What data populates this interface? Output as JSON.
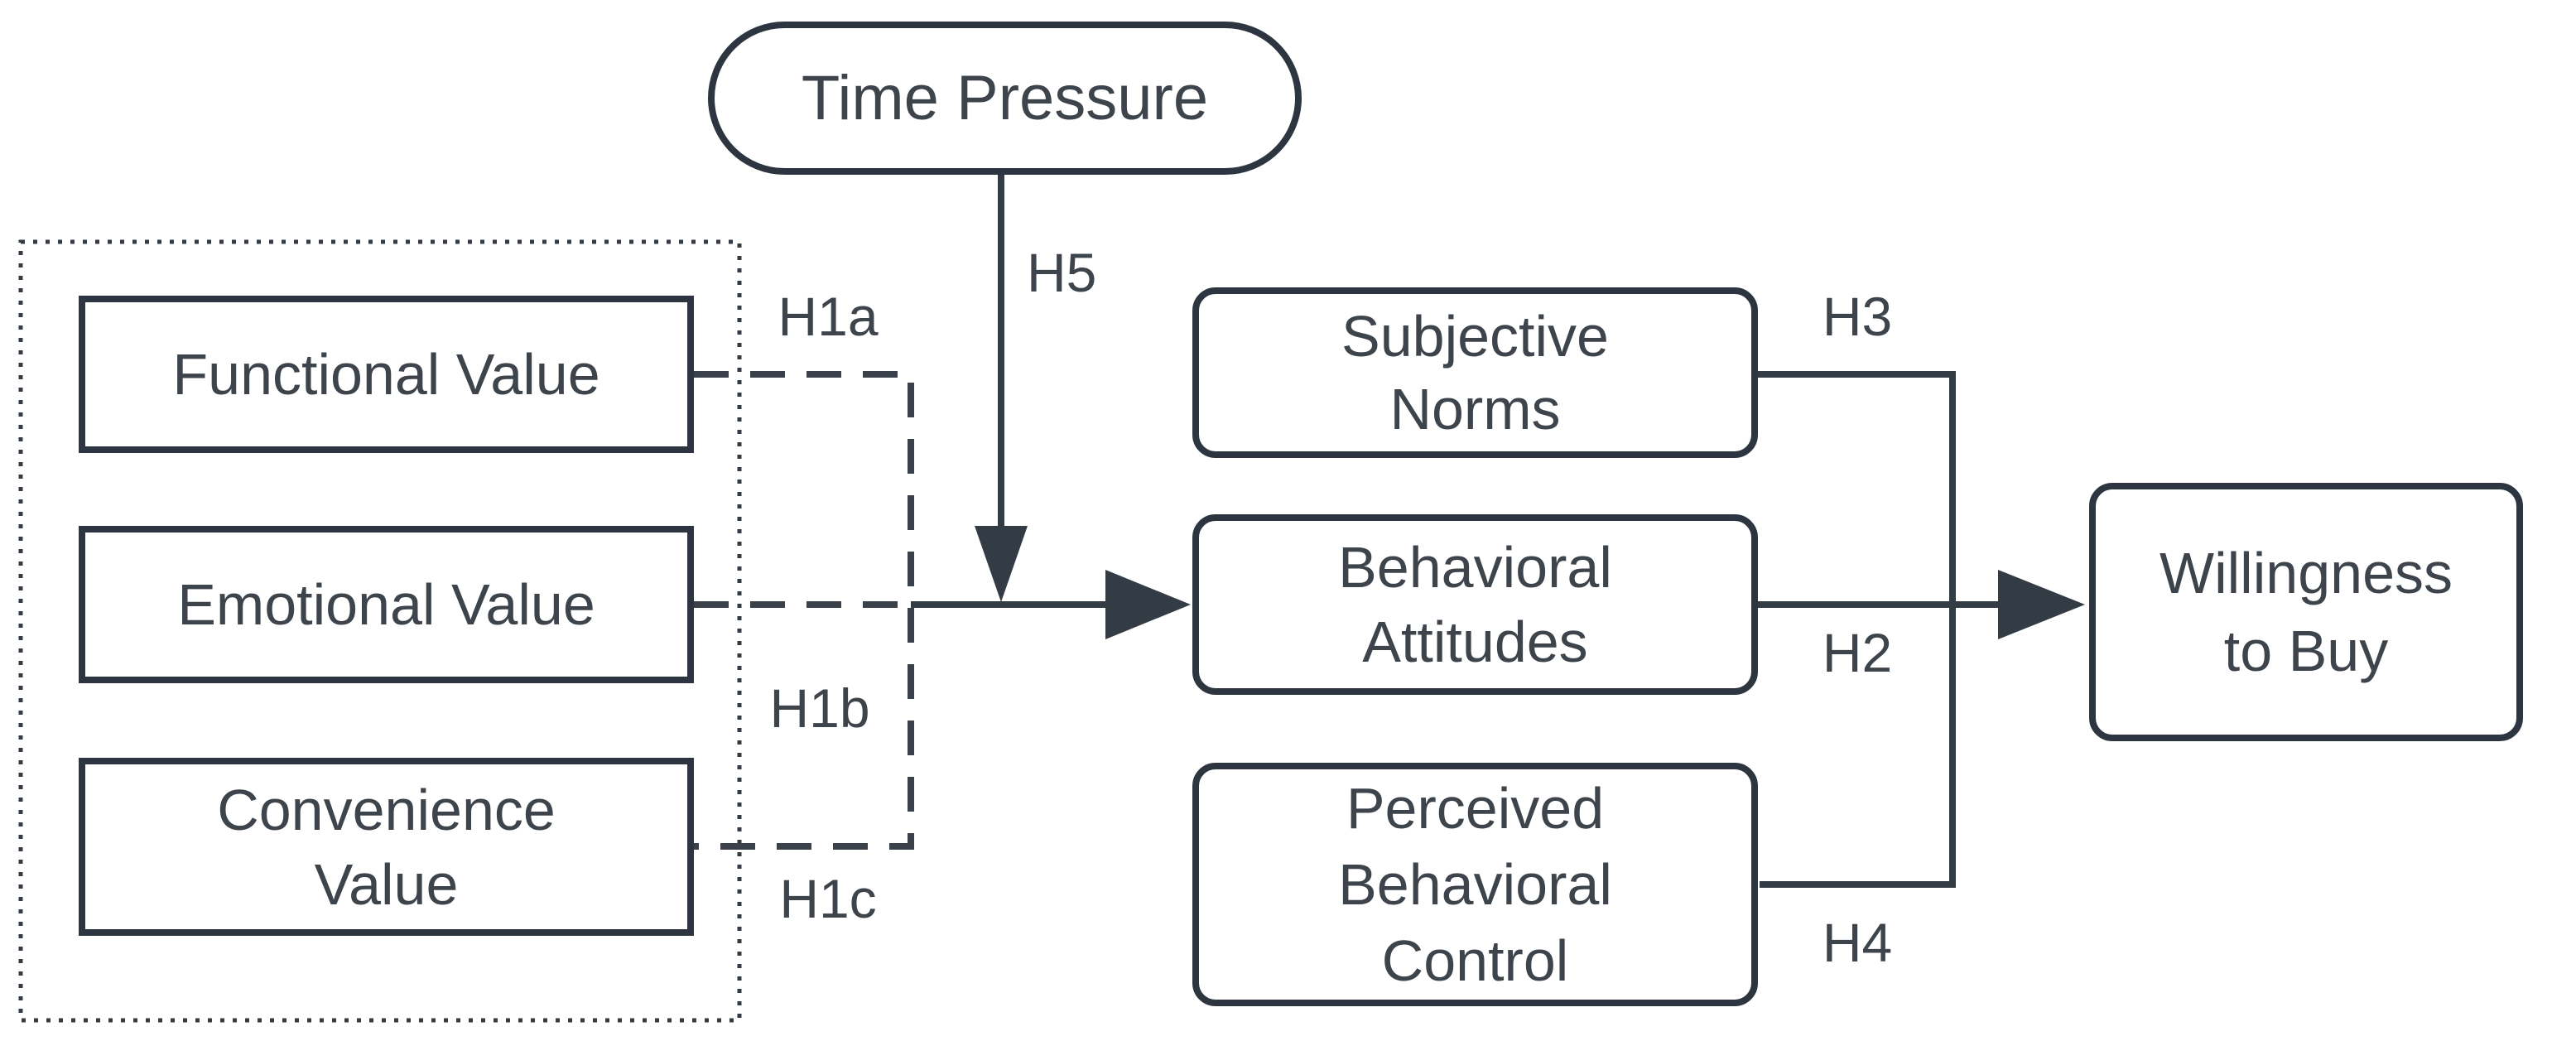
{
  "diagram": {
    "description": "Hypothesis path model: consumption values, time pressure and TPB constructs leading to willingness to buy"
  },
  "colors": {
    "background": "#ffffff",
    "box_border": "#2d3640",
    "line": "#3a414a",
    "text": "#3e444c"
  },
  "nodes": {
    "time_pressure": {
      "label": "Time Pressure"
    },
    "functional_value": {
      "label": "Functional Value"
    },
    "emotional_value": {
      "label": "Emotional Value"
    },
    "convenience_value": {
      "label": "Convenience Value",
      "lines": [
        "Convenience",
        "Value"
      ]
    },
    "subjective_norms": {
      "label": "Subjective Norms",
      "lines": [
        "Subjective",
        "Norms"
      ]
    },
    "behavioral_attitudes": {
      "label": "Behavioral Attitudes",
      "lines": [
        "Behavioral",
        "Attitudes"
      ]
    },
    "perceived_behavioral_control": {
      "label": "Perceived Behavioral Control",
      "lines": [
        "Perceived",
        "Behavioral",
        "Control"
      ]
    },
    "willingness_to_buy": {
      "label": "Willingness to Buy",
      "lines": [
        "Willingness",
        "to Buy"
      ]
    }
  },
  "hypothesis_labels": {
    "h1a": "H1a",
    "h1b": "H1b",
    "h1c": "H1c",
    "h2": "H2",
    "h3": "H3",
    "h4": "H4",
    "h5": "H5"
  },
  "edges": [
    {
      "from": "Functional Value",
      "to": "Behavioral Attitudes",
      "label": "H1a",
      "style": "dashed"
    },
    {
      "from": "Emotional Value",
      "to": "Behavioral Attitudes",
      "label": "H1b",
      "style": "dashed"
    },
    {
      "from": "Convenience Value",
      "to": "Behavioral Attitudes",
      "label": "H1c",
      "style": "dashed"
    },
    {
      "from": "Time Pressure",
      "to": "values-to-attitudes path",
      "label": "H5",
      "style": "solid-arrow"
    },
    {
      "from": "Behavioral Attitudes",
      "to": "Willingness to Buy",
      "label": "H2",
      "style": "solid-arrow"
    },
    {
      "from": "Subjective Norms",
      "to": "Willingness to Buy",
      "label": "H3",
      "style": "solid"
    },
    {
      "from": "Perceived Behavioral Control",
      "to": "Willingness to Buy",
      "label": "H4",
      "style": "solid"
    }
  ]
}
